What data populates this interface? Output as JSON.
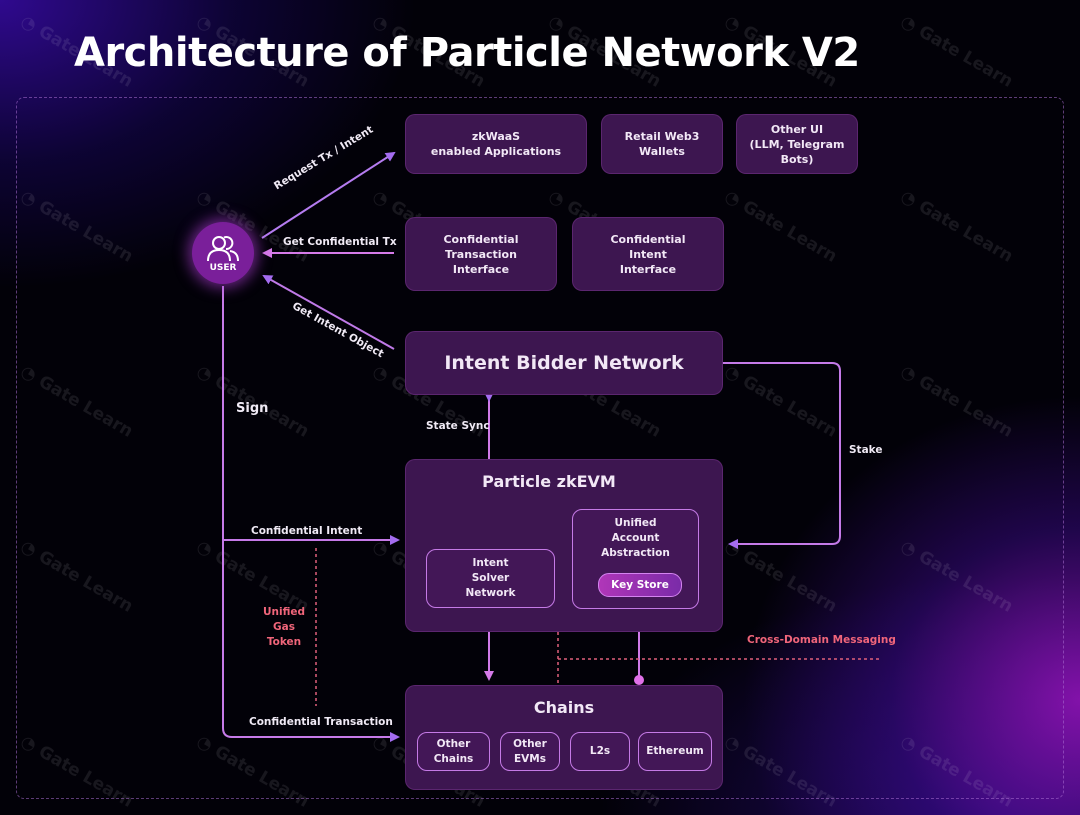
{
  "title": "Architecture of Particle Network V2",
  "watermark": "Gate Learn",
  "colors": {
    "box_fill": "#3d1650",
    "inner_border": "#c57ae6",
    "arrow": "#b070f0",
    "accent_red": "#f0657a",
    "user_circle": "#7a1f9a"
  },
  "user": {
    "label": "USER",
    "icon": "users-icon"
  },
  "top_apps": [
    {
      "label": "zkWaaS\nenabled Applications"
    },
    {
      "label": "Retail Web3 Wallets"
    },
    {
      "label": "Other UI\n(LLM, Telegram Bots)"
    }
  ],
  "interfaces": [
    {
      "label": "Confidential\nTransaction\nInterface"
    },
    {
      "label": "Confidential\nIntent\nInterface"
    }
  ],
  "intent_bidder_network": "Intent Bidder Network",
  "zkevm": {
    "title": "Particle zkEVM",
    "solver": "Intent\nSolver\nNetwork",
    "uaa": "Unified\nAccount\nAbstraction",
    "key_store": "Key Store"
  },
  "chains": {
    "title": "Chains",
    "items": [
      "Other\nChains",
      "Other\nEVMs",
      "L2s",
      "Ethereum"
    ]
  },
  "edges": {
    "request": "Request Tx / Intent",
    "get_conf_tx": "Get Confidential Tx",
    "get_intent": "Get Intent Object",
    "sign": "Sign",
    "state_sync": "State Sync",
    "stake": "Stake",
    "conf_intent": "Confidential Intent",
    "conf_tx": "Confidential Transaction",
    "gas_token": "Unified\nGas\nToken",
    "cross_domain": "Cross-Domain Messaging"
  }
}
